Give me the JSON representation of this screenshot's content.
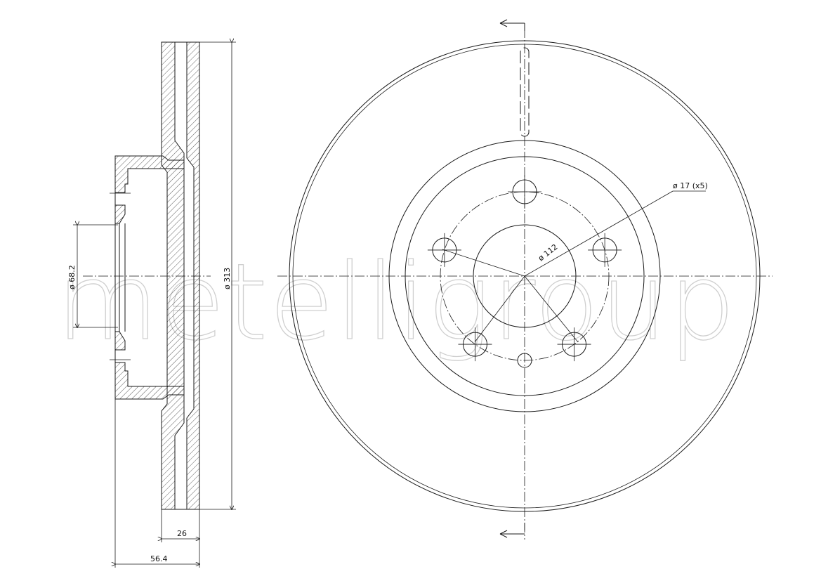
{
  "watermark": "metelligroup",
  "dimensions": {
    "outer_diameter": "ø 313",
    "center_bore": "ø 68.2",
    "bolt_circle": "ø 112",
    "bolt_holes": "ø 17 (x5)",
    "disc_thickness": "26",
    "overall_height": "56.4"
  },
  "colors": {
    "line": "#1a1a1a",
    "watermark": "#cfcfcf"
  }
}
